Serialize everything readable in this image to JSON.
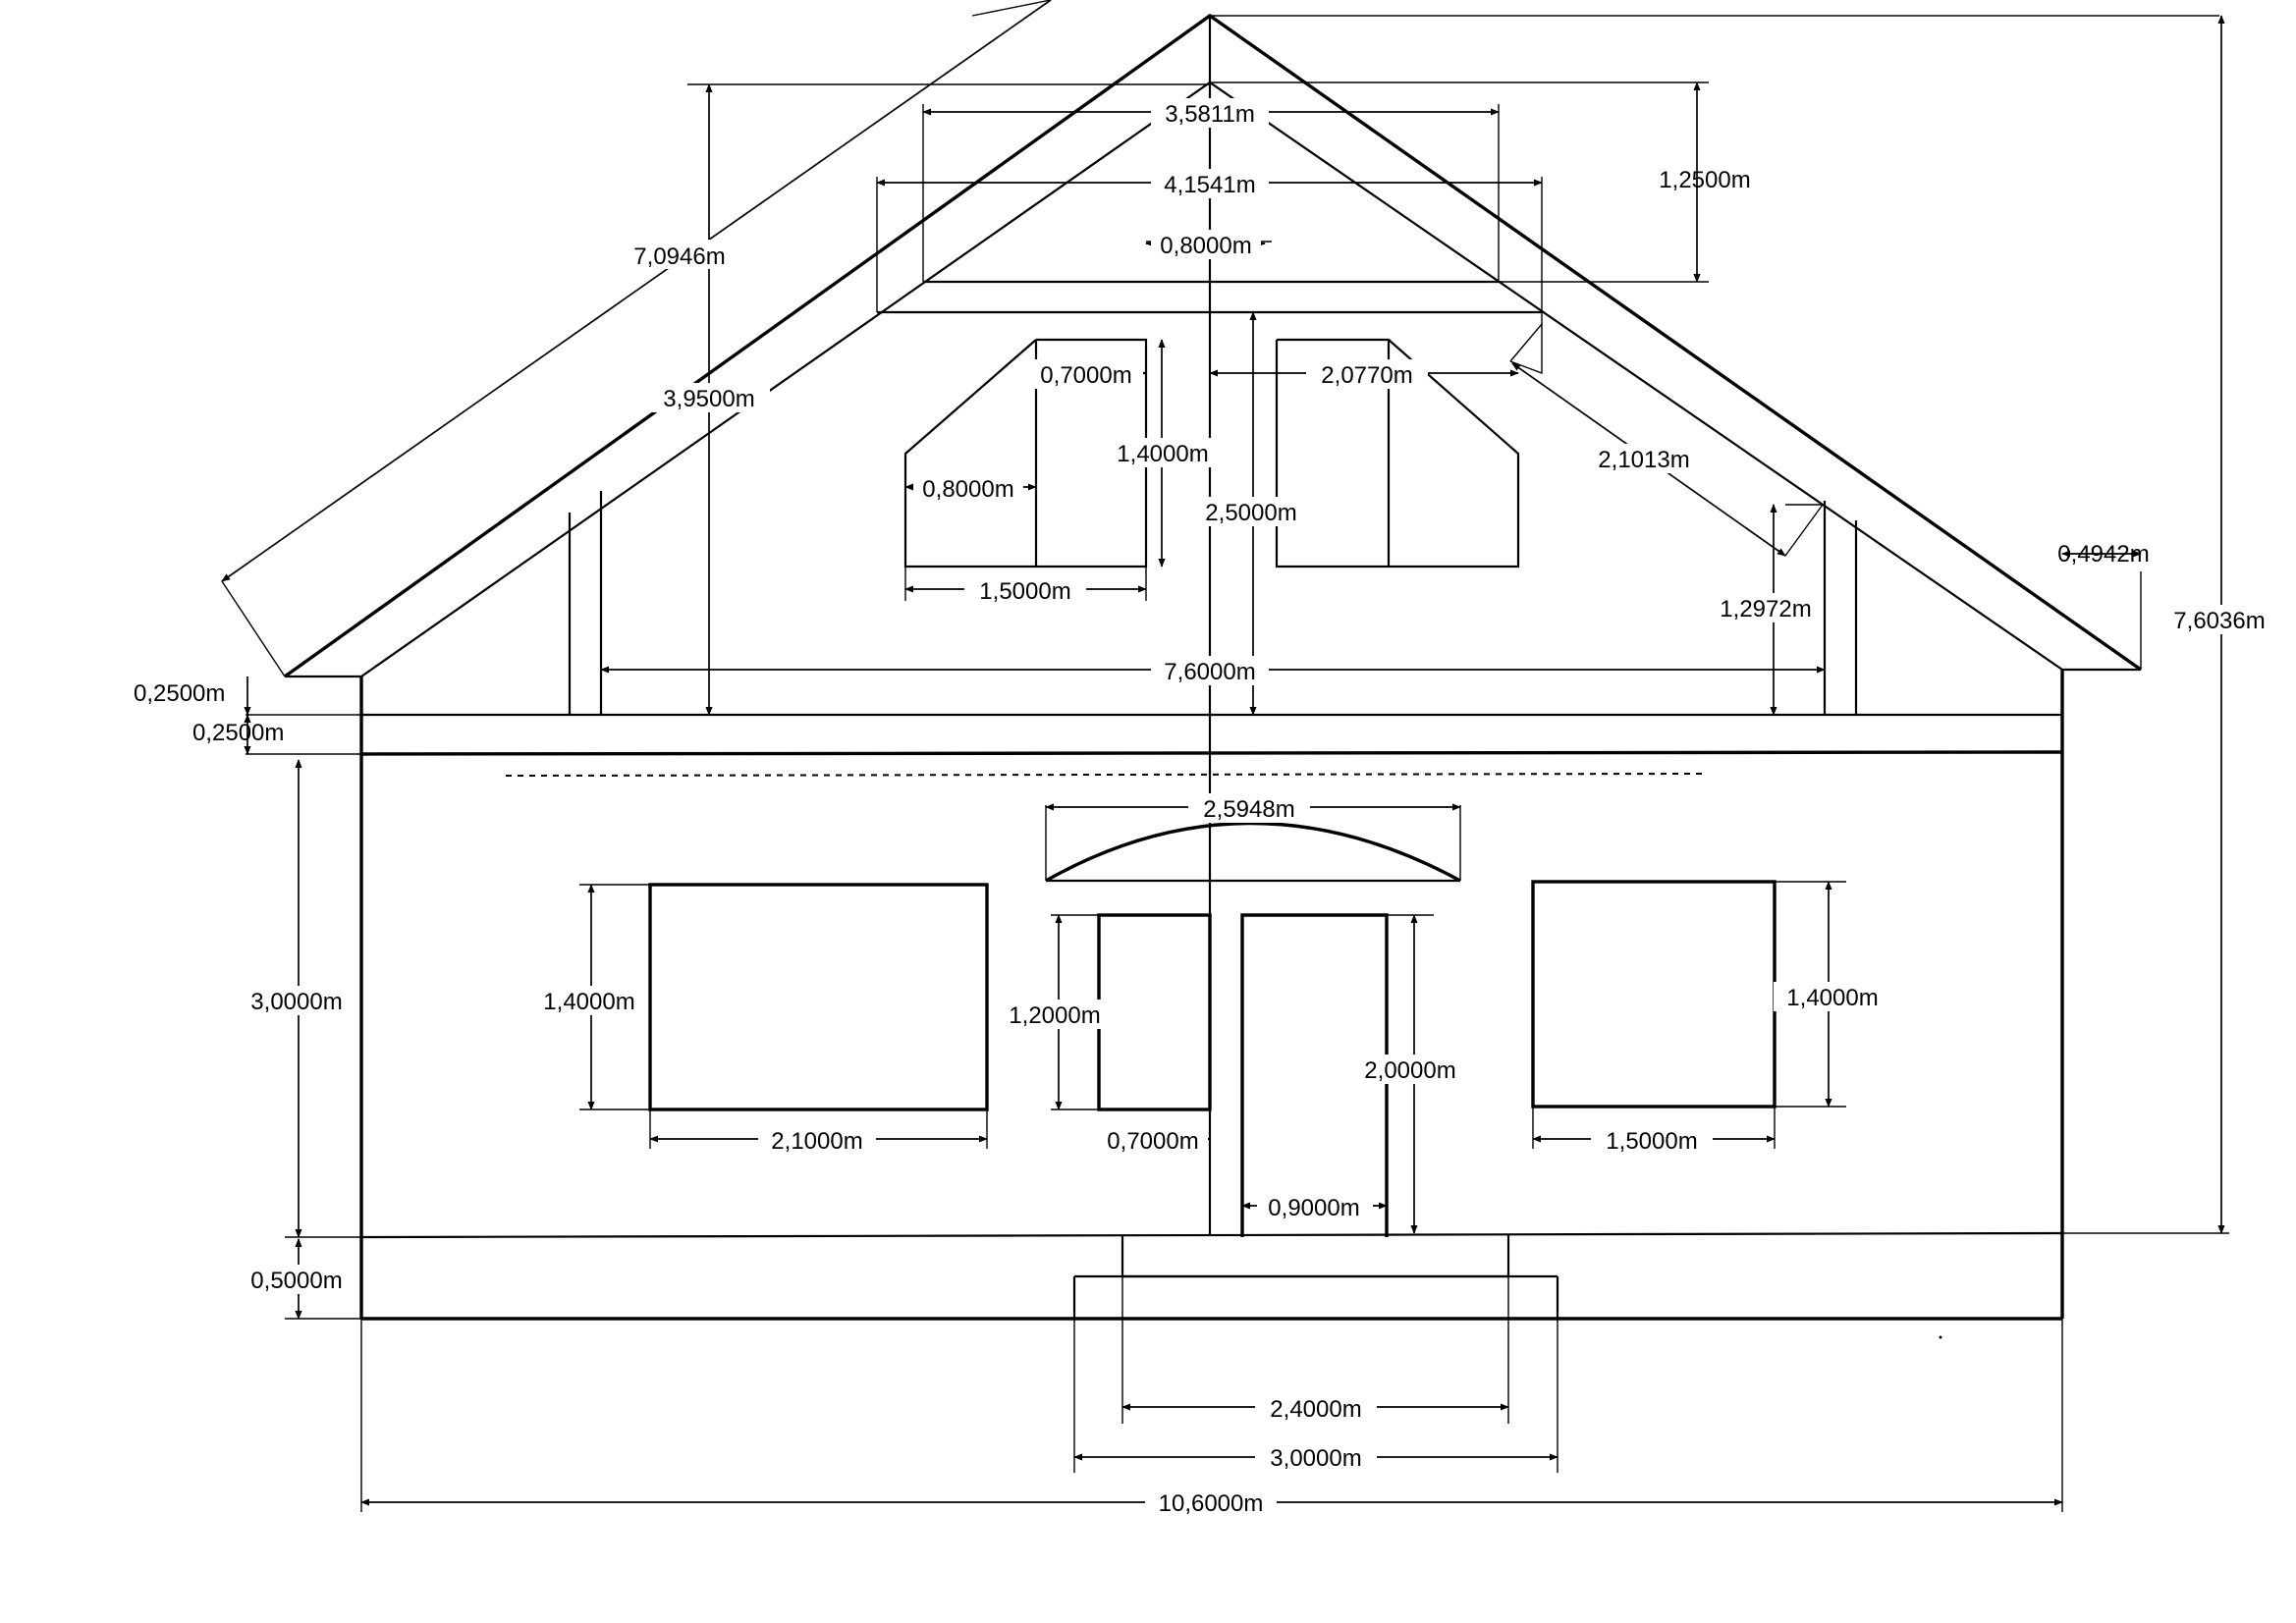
{
  "drawing": {
    "type": "house front elevation",
    "line_color": "#000000",
    "background_color": "#ffffff"
  },
  "dimensions": {
    "roof_slope": "7,0946m",
    "dormer_top_width": "3,5811m",
    "dormer_base_width": "4,1541m",
    "dormer_height": "1,2500m",
    "window_top_width": "0,8000m",
    "window_left_upper": "0,7000m",
    "window_left_left": "0,8000m",
    "window_attic_height": "1,4000m",
    "window_attic_width": "1,5000m",
    "center_to_right_window": "2,0770m",
    "attic_height": "2,5000m",
    "roof_right_segment": "2,1013m",
    "knee_wall": "1,2972m",
    "eave_overhang": "0,4942m",
    "total_height": "7,6036m",
    "upper_floor_height": "3,9500m",
    "floor_width": "7,6000m",
    "eave_thickness": "0,2500m",
    "slab_thickness": "0,2500m",
    "wall_height": "3,0000m",
    "arch_width": "2,5948m",
    "window_left_height": "1,4000m",
    "window_left_width": "2,1000m",
    "side_window_height": "1,2000m",
    "side_window_width": "0,7000m",
    "door_height": "2,0000m",
    "door_width": "0,9000m",
    "window_right_height": "1,4000m",
    "window_right_width": "1,5000m",
    "plinth_height": "0,5000m",
    "step_top_width": "2,4000m",
    "step_bottom_width": "3,0000m",
    "total_width": "10,6000m"
  }
}
